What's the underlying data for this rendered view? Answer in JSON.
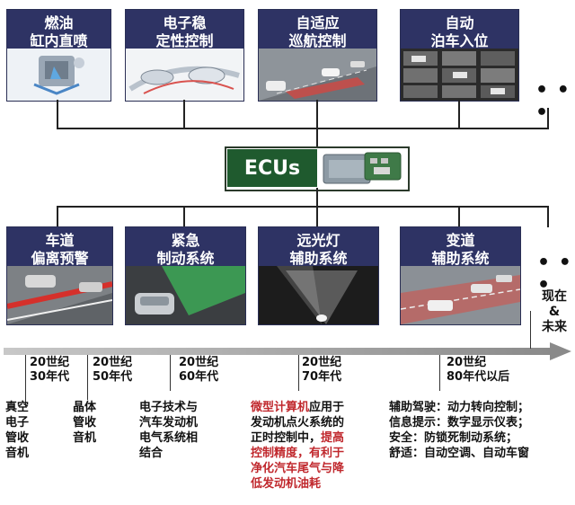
{
  "top_cards": [
    {
      "line1": "燃油",
      "line2": "缸内直喷"
    },
    {
      "line1": "电子稳",
      "line2": "定性控制"
    },
    {
      "line1": "自适应",
      "line2": "巡航控制"
    },
    {
      "line1": "自动",
      "line2": "泊车入位"
    }
  ],
  "bottom_cards": [
    {
      "line1": "车道",
      "line2": "偏离预警"
    },
    {
      "line1": "紧急",
      "line2": "制动系统"
    },
    {
      "line1": "远光灯",
      "line2": "辅助系统"
    },
    {
      "line1": "变道",
      "line2": "辅助系统"
    }
  ],
  "ellipsis_top": "• • •",
  "ellipsis_bottom": "• • •",
  "ecu_label": "ECUs",
  "now_label": {
    "line1": "现在",
    "line2": "&",
    "line3": "未来"
  },
  "eras": [
    {
      "line1": "20世纪",
      "line2": "30年代"
    },
    {
      "line1": "20世纪",
      "line2": "50年代"
    },
    {
      "line1": "20世纪",
      "line2": "60年代"
    },
    {
      "line1": "20世纪",
      "line2": "70年代"
    },
    {
      "line1": "20世纪",
      "line2": "80年代以后"
    }
  ],
  "descriptions": {
    "d30": [
      "真空",
      "电子",
      "管收",
      "音机"
    ],
    "d50": [
      "晶体",
      "管收",
      "音机"
    ],
    "d60": [
      "电子技术与",
      "汽车发动机",
      "电气系统相",
      "结合"
    ],
    "d70": {
      "l1_red": "微型计算机",
      "l1_black": "应用于",
      "l2": "发动机点火系统的",
      "l3_black": "正时控制中，",
      "l3_red": "提高",
      "l4": "控制精度，有利于",
      "l5": "净化汽车尾气与降",
      "l6": "低发动机油耗"
    },
    "d80": [
      "辅助驾驶：动力转向控制；",
      "信息提示：数字显示仪表；",
      "安全：防锁死制动系统；",
      "舒适：自动空调、自动车窗"
    ]
  },
  "colors": {
    "card_header": "#2e3364",
    "ecu_label": "#1f5a2e",
    "highlight": "#c0282d",
    "axis": "#8a8a8a"
  }
}
